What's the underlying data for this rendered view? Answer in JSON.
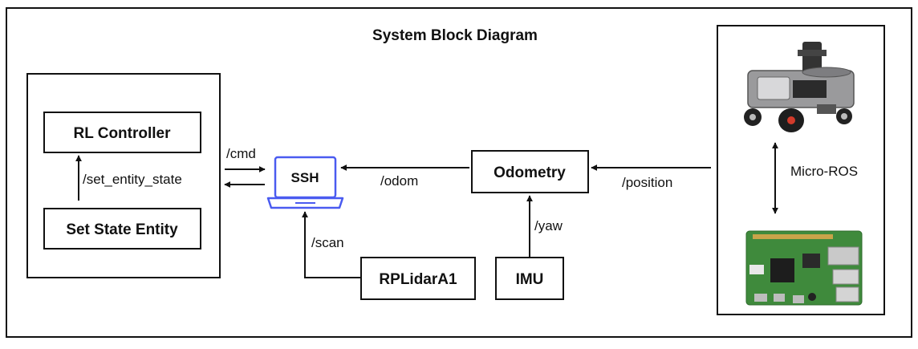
{
  "diagram": {
    "title": "System Block Diagram",
    "blocks": {
      "rl_controller": "RL Controller",
      "set_state_entity": "Set State Entity",
      "ssh": "SSH",
      "odometry": "Odometry",
      "rplidar": "RPLidarA1",
      "imu": "IMU"
    },
    "edge_labels": {
      "set_entity_state": "/set_entity_state",
      "cmd": "/cmd",
      "odom": "/odom",
      "position": "/position",
      "scan": "/scan",
      "yaw": "/yaw",
      "micro_ros": "Micro-ROS"
    },
    "colors": {
      "laptop_icon": "#4a5bf0",
      "pcb_green": "#3f8a3c",
      "robot_metal": "#8e8e90"
    },
    "icons": {
      "ssh": "laptop-icon",
      "robot": "robot-vehicle-image",
      "board": "raspberry-pi-board-image"
    }
  }
}
